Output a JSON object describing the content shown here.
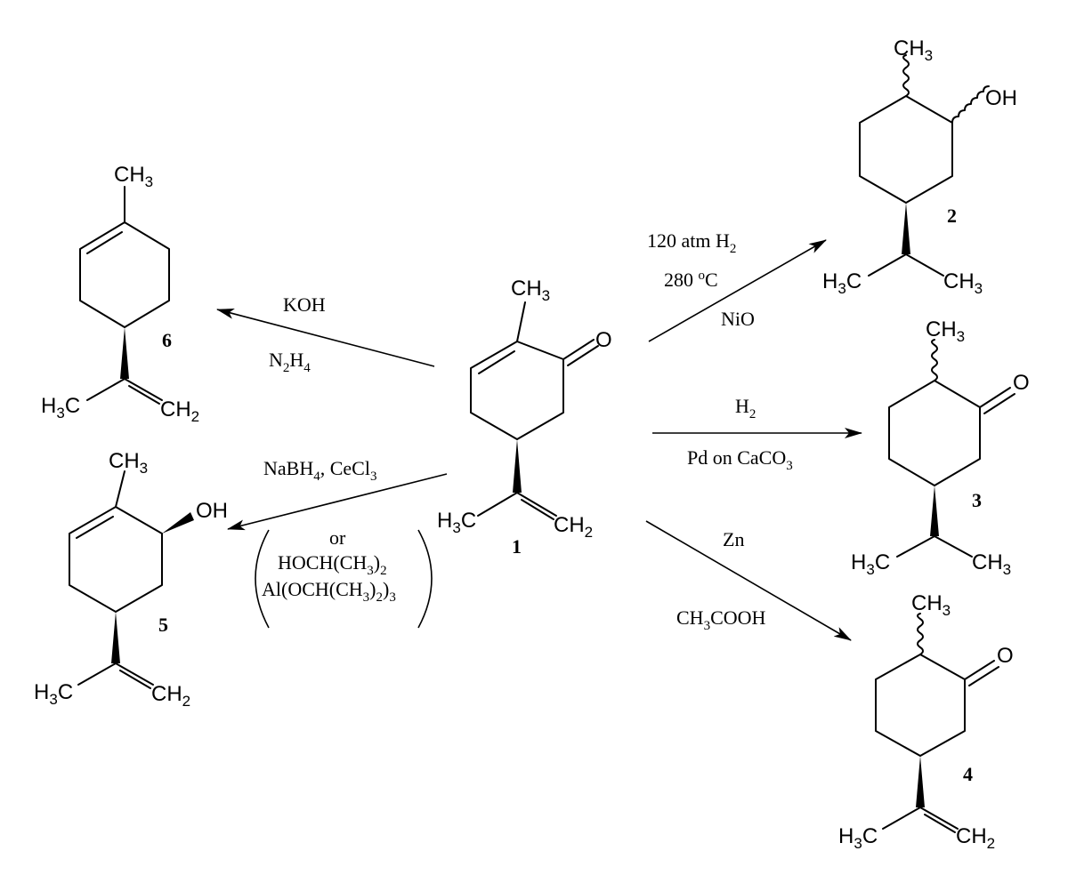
{
  "compounds": {
    "c1": {
      "number": "1",
      "labels": {
        "ch3": [
          "CH",
          "3"
        ],
        "o": "O",
        "h3c": [
          "H",
          "3",
          "C"
        ],
        "ch2": [
          "CH",
          "2"
        ]
      }
    },
    "c2": {
      "number": "2",
      "labels": {
        "ch3": [
          "CH",
          "3"
        ],
        "oh": "OH",
        "h3c": [
          "H",
          "3",
          "C"
        ],
        "ch3b": [
          "CH",
          "3"
        ]
      }
    },
    "c3": {
      "number": "3",
      "labels": {
        "ch3": [
          "CH",
          "3"
        ],
        "o": "O",
        "h3c": [
          "H",
          "3",
          "C"
        ],
        "ch3b": [
          "CH",
          "3"
        ]
      }
    },
    "c4": {
      "number": "4",
      "labels": {
        "ch3": [
          "CH",
          "3"
        ],
        "o": "O",
        "h3c": [
          "H",
          "3",
          "C"
        ],
        "ch2": [
          "CH",
          "2"
        ]
      }
    },
    "c5": {
      "number": "5",
      "labels": {
        "ch3": [
          "CH",
          "3"
        ],
        "oh": "OH",
        "h3c": [
          "H",
          "3",
          "C"
        ],
        "ch2": [
          "CH",
          "2"
        ]
      }
    },
    "c6": {
      "number": "6",
      "labels": {
        "ch3": [
          "CH",
          "3"
        ],
        "h3c": [
          "H",
          "3",
          "C"
        ],
        "ch2": [
          "CH",
          "2"
        ]
      }
    }
  },
  "reactions": {
    "to2": {
      "line1": [
        "120 atm H",
        "2"
      ],
      "line2": [
        "280 ",
        "o",
        "C"
      ],
      "line3": "NiO"
    },
    "to3": {
      "line1": [
        "H",
        "2"
      ],
      "line2": [
        "Pd on CaCO",
        "3"
      ]
    },
    "to4": {
      "line1": "Zn",
      "line2": [
        "CH",
        "3",
        "COOH"
      ]
    },
    "to6": {
      "line1": "KOH",
      "line2": [
        "N",
        "2",
        "H",
        "4"
      ]
    },
    "to5": {
      "line1": [
        "NaBH",
        "4",
        ", CeCl",
        "3"
      ],
      "alt_or": "or",
      "alt1": [
        "HOCH(CH",
        "3",
        ")",
        "2"
      ],
      "alt2": [
        "Al(OCH(CH",
        "3",
        ")",
        "2",
        ")",
        "3"
      ]
    }
  }
}
